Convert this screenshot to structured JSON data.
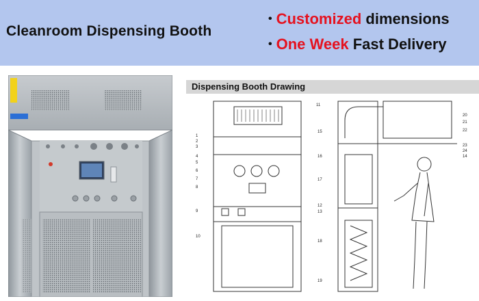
{
  "banner": {
    "title": "Cleanroom Dispensing Booth",
    "bullets": [
      {
        "highlight": "Customized",
        "rest": " dimensions"
      },
      {
        "highlight": "One Week",
        "rest": " Fast Delivery"
      }
    ],
    "colors": {
      "background": "#b3c6ee",
      "highlight": "#e5121f",
      "text": "#111111"
    }
  },
  "photo": {
    "subject": "stainless steel dispensing booth",
    "tags": [
      "sticker-yellow",
      "sticker-blue"
    ]
  },
  "drawing": {
    "title": "Dispensing Booth Drawing",
    "callouts": [
      "1",
      "2",
      "3",
      "4",
      "5",
      "6",
      "7",
      "8",
      "9",
      "10",
      "11",
      "12",
      "13",
      "15",
      "16",
      "17",
      "18",
      "19",
      "20",
      "21",
      "22",
      "23",
      "24",
      "14"
    ]
  }
}
